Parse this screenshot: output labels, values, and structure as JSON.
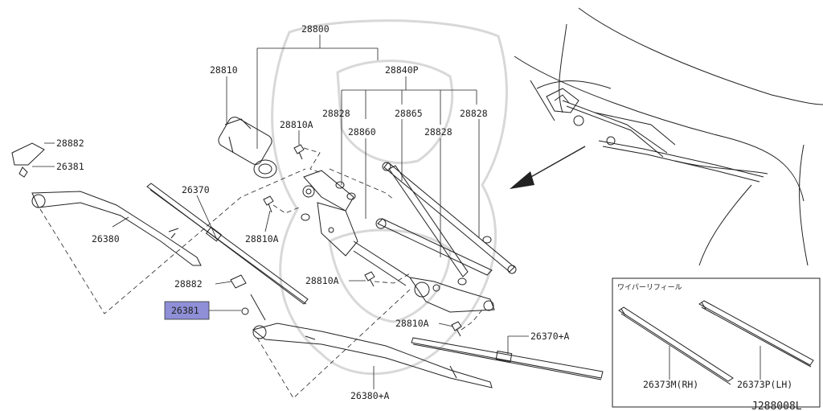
{
  "diagram": {
    "drawing_code": "J288008L",
    "highlight_color": "#8e8fd6",
    "callouts": [
      {
        "id": "c-28800",
        "text": "28800"
      },
      {
        "id": "c-28810",
        "text": "28810"
      },
      {
        "id": "c-28840p",
        "text": "28840P"
      },
      {
        "id": "c-28810a-1",
        "text": "28810A"
      },
      {
        "id": "c-28828-1",
        "text": "28828"
      },
      {
        "id": "c-28860",
        "text": "28860"
      },
      {
        "id": "c-28865",
        "text": "28865"
      },
      {
        "id": "c-28828-2",
        "text": "28828"
      },
      {
        "id": "c-28828-3",
        "text": "28828"
      },
      {
        "id": "c-28882-1",
        "text": "28882"
      },
      {
        "id": "c-26381-1",
        "text": "26381"
      },
      {
        "id": "c-26370",
        "text": "26370"
      },
      {
        "id": "c-26380",
        "text": "26380"
      },
      {
        "id": "c-28810a-2",
        "text": "28810A"
      },
      {
        "id": "c-28882-2",
        "text": "28882"
      },
      {
        "id": "c-26381-2",
        "text": "26381"
      },
      {
        "id": "c-28810a-3",
        "text": "28810A"
      },
      {
        "id": "c-28810a-4",
        "text": "28810A"
      },
      {
        "id": "c-26370a",
        "text": "26370+A"
      },
      {
        "id": "c-26380a",
        "text": "26380+A"
      }
    ],
    "inset": {
      "title": "ワイパーリフィール",
      "callouts": [
        {
          "id": "c-26373m",
          "text": "26373M(RH)"
        },
        {
          "id": "c-26373p",
          "text": "26373P(LH)"
        }
      ]
    }
  }
}
